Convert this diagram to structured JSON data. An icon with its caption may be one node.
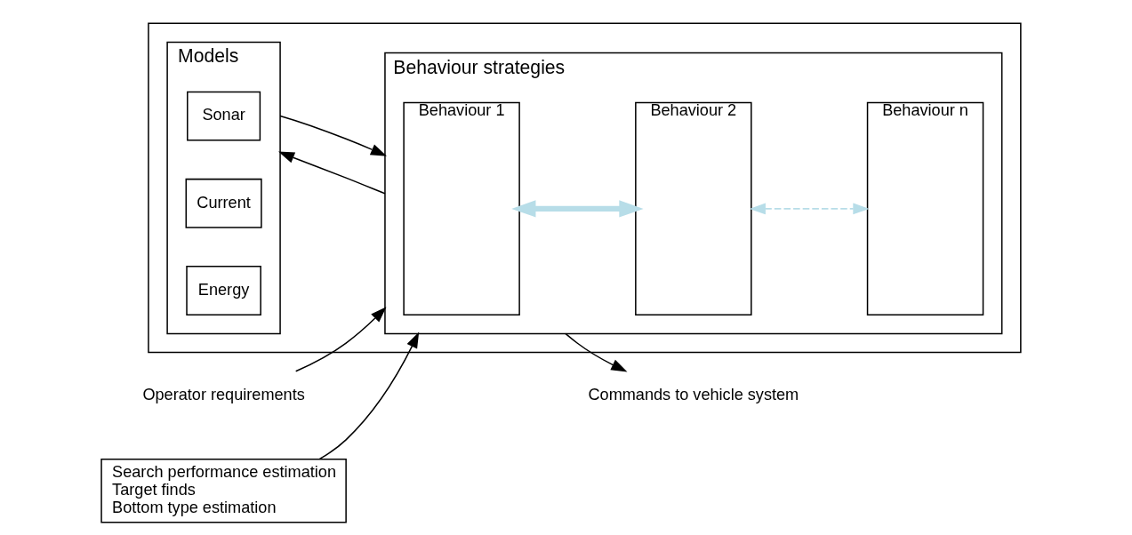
{
  "diagram": {
    "nodes": [
      {
        "text": [],
        "shape": "box"
      },
      {
        "text": [
          "Models"
        ],
        "in": 0
      },
      {
        "text": [
          "Sonar"
        ],
        "in": 1
      },
      {
        "text": [
          "Current"
        ],
        "in": 1
      },
      {
        "text": [
          "Energy"
        ],
        "in": 1
      },
      {
        "text": [
          "Behaviour strategies"
        ],
        "in": 0
      },
      {
        "text": [
          "Behaviour 1"
        ],
        "in": 5
      },
      {
        "text": [
          "Behaviour 2"
        ],
        "in": 5
      },
      {
        "text": [
          "Behaviour n"
        ],
        "in": 5
      },
      {
        "text": [
          "Operator requirements"
        ]
      },
      {
        "text": [
          "Commands to vehicle system"
        ]
      },
      {
        "text": [
          "Search performance estimation",
          "Target finds",
          "Bottom type estimation"
        ]
      }
    ],
    "edges": [
      {
        "from": 9,
        "to": 5,
        "arrow": "to"
      },
      {
        "from": 5,
        "to": 1,
        "arrow": "to"
      },
      {
        "from": 1,
        "to": 5,
        "arrow": "to"
      },
      {
        "from": 5,
        "to": 10,
        "arrow": "to"
      },
      {
        "from": 11,
        "to": 5,
        "arrow": "to"
      },
      {
        "from": 6,
        "to": 7,
        "arrow": "both",
        "style": "thick",
        "color": "#b7dde8"
      },
      {
        "from": 7,
        "to": 8,
        "arrow": "both",
        "style": "dashed",
        "color": "#b7dde8"
      }
    ]
  }
}
